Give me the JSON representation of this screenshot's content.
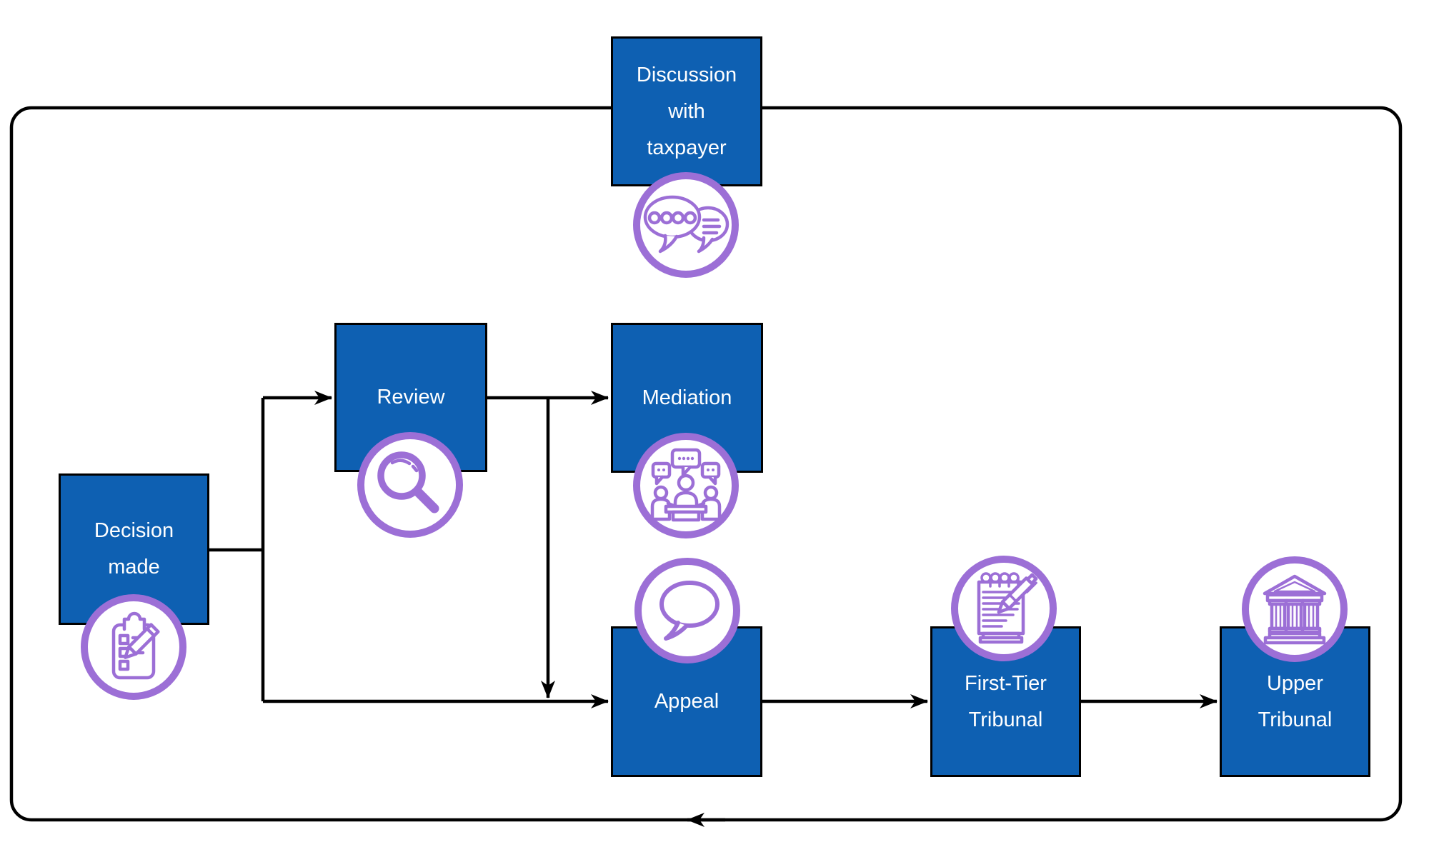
{
  "diagram": {
    "colors": {
      "background": "#FFFFFF",
      "box_fill": "#0E60B2",
      "box_text": "#FFFFFF",
      "line": "#000000",
      "icon_accent": "#9C6FD6"
    },
    "nodes": [
      {
        "id": "discussion-with-taxpayer",
        "label": "Discussion\nwith\ntaxpayer",
        "icon": "speech-bubbles-conversation-icon"
      },
      {
        "id": "decision-made",
        "label": "Decision\nmade",
        "icon": "clipboard-checklist-pencil-icon"
      },
      {
        "id": "review",
        "label": "Review",
        "icon": "magnifying-glass-icon"
      },
      {
        "id": "mediation",
        "label": "Mediation",
        "icon": "people-meeting-icon"
      },
      {
        "id": "appeal",
        "label": "Appeal",
        "icon": "speech-bubble-icon"
      },
      {
        "id": "first-tier-tribunal",
        "label": "First-Tier\nTribunal",
        "icon": "notepad-pen-icon"
      },
      {
        "id": "upper-tribunal",
        "label": "Upper\nTribunal",
        "icon": "courthouse-building-icon"
      }
    ],
    "edges": [
      {
        "from": "decision-made",
        "to": "review",
        "arrow": true
      },
      {
        "from": "decision-made",
        "to": "appeal",
        "arrow": true
      },
      {
        "from": "review",
        "to": "mediation",
        "arrow": true
      },
      {
        "from": "review",
        "to": "appeal",
        "arrow": true
      },
      {
        "from": "appeal",
        "to": "first-tier-tribunal",
        "arrow": true
      },
      {
        "from": "first-tier-tribunal",
        "to": "upper-tribunal",
        "arrow": true
      },
      {
        "from": "upper-tribunal",
        "to": "decision-made",
        "arrow": true,
        "style": "outer rounded boundary loop passing through Discussion with taxpayer; left-pointing arrow on bottom edge"
      }
    ]
  }
}
